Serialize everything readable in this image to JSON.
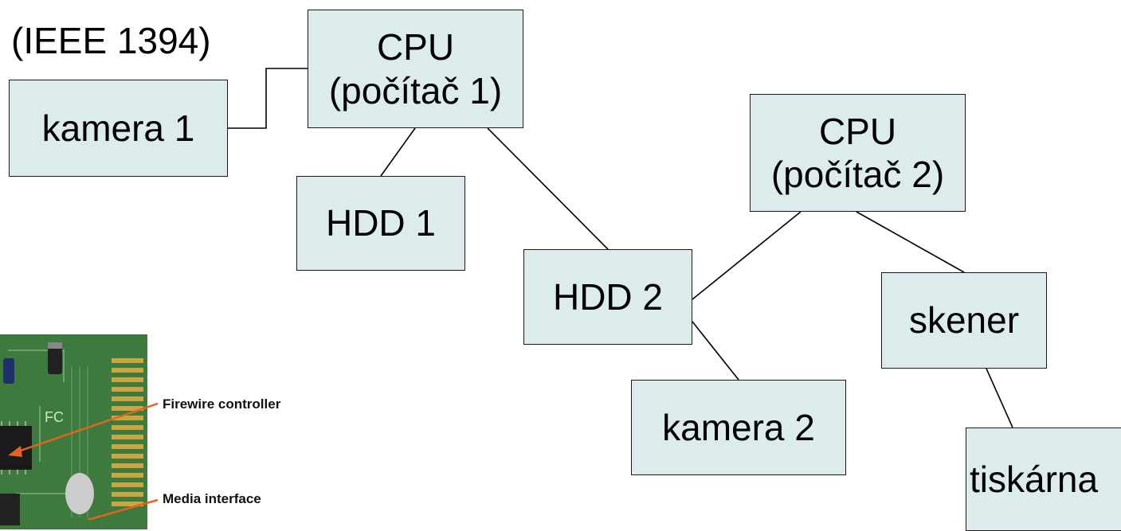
{
  "title": "(IEEE 1394)",
  "nodes": {
    "cpu1": {
      "line1": "CPU",
      "line2": "(počítač 1)"
    },
    "kamera1": {
      "label": "kamera 1"
    },
    "hdd1": {
      "label": "HDD 1"
    },
    "cpu2": {
      "line1": "CPU",
      "line2": "(počítač 2)"
    },
    "hdd2": {
      "label": "HDD 2"
    },
    "skener": {
      "label": "skener"
    },
    "kamera2": {
      "label": "kamera 2"
    },
    "tiskarna": {
      "label": "tiskárna"
    }
  },
  "photo": {
    "annotations": {
      "firewire": "Firewire controller",
      "media": "Media interface"
    }
  },
  "colors": {
    "node_fill": "#dcecec",
    "node_border": "#1a1a1a",
    "arrow": "#e8621f"
  }
}
